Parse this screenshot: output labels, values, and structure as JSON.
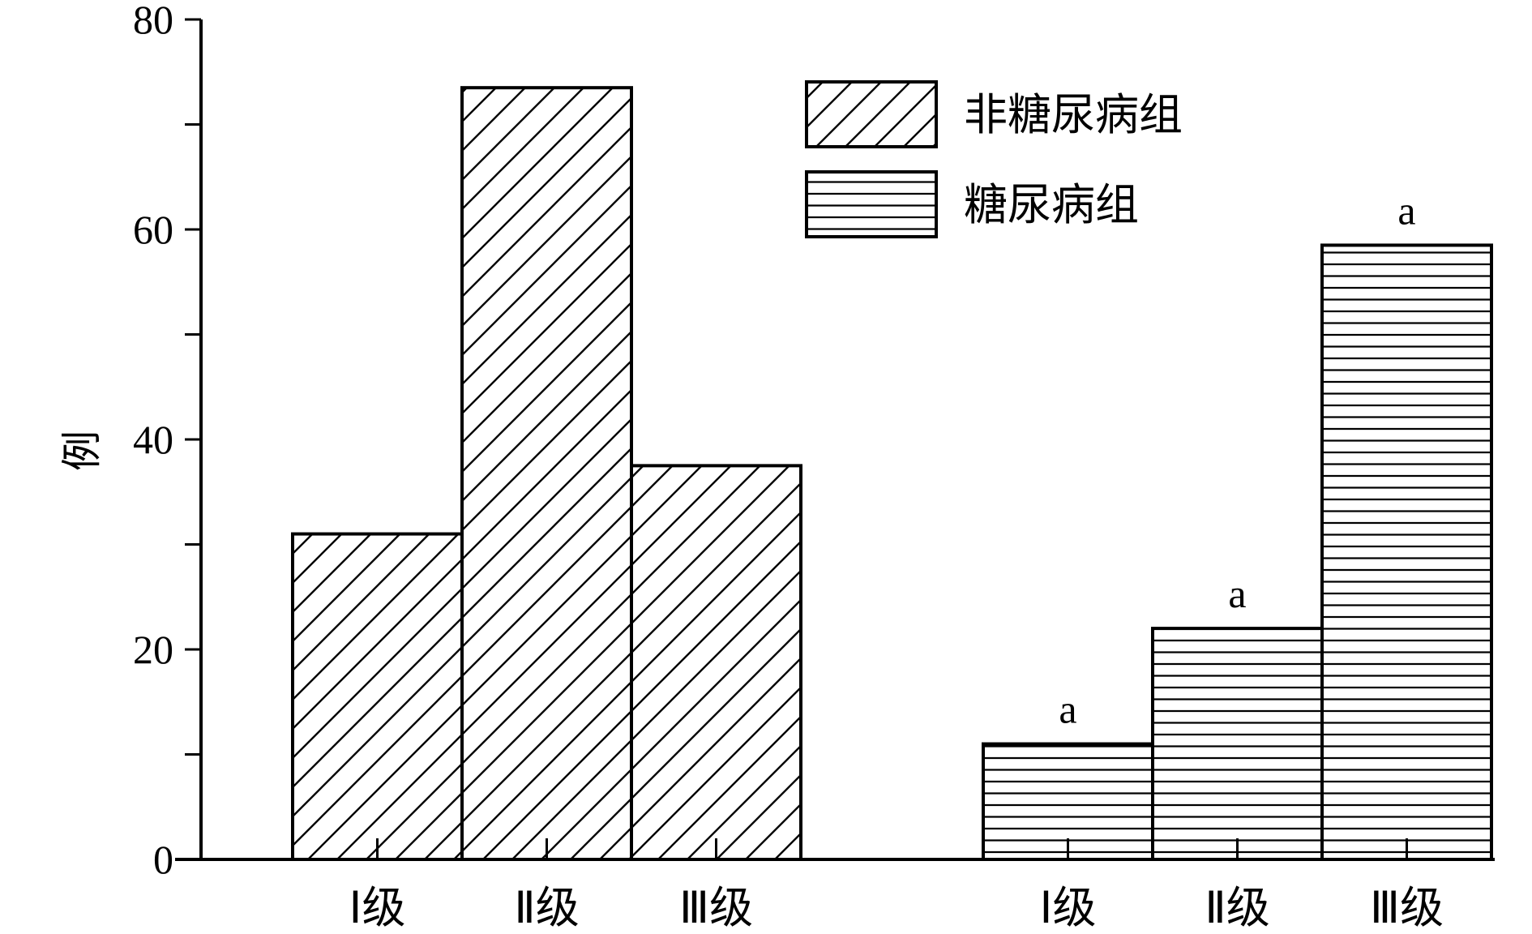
{
  "chart_data": {
    "type": "bar",
    "ylabel": "例",
    "ylim": [
      0,
      80
    ],
    "yticks": [
      "0",
      "20",
      "40",
      "60",
      "80"
    ],
    "legend_position": "top-right",
    "groups": [
      {
        "name": "非糖尿病组",
        "pattern": "diagonal-hatch",
        "categories": [
          "Ⅰ级",
          "Ⅱ级",
          "Ⅲ级"
        ],
        "values": [
          31,
          73.5,
          37.5
        ],
        "annotations": [
          "",
          "",
          ""
        ]
      },
      {
        "name": "糖尿病组",
        "pattern": "horizontal-hatch",
        "categories": [
          "Ⅰ级",
          "Ⅱ级",
          "Ⅲ级"
        ],
        "values": [
          11,
          22,
          58.5
        ],
        "annotations": [
          "a",
          "a",
          "a"
        ]
      }
    ],
    "colors": {
      "stroke": "#000000",
      "fill": "#ffffff"
    }
  }
}
